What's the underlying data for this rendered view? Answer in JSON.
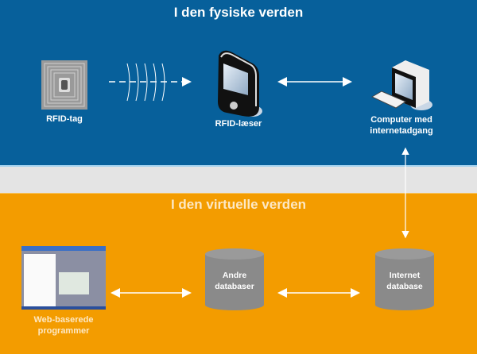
{
  "physical_world": {
    "title": "I den fysiske verden",
    "rfid_tag": "RFID-tag",
    "rfid_reader": "RFID-læser",
    "computer_line1": "Computer med",
    "computer_line2": "internetadgang"
  },
  "virtual_world": {
    "title": "I den virtuelle verden",
    "web_apps_line1": "Web-baserede",
    "web_apps_line2": "programmer",
    "other_db_line1": "Andre",
    "other_db_line2": "databaser",
    "internet_db_line1": "Internet",
    "internet_db_line2": "database"
  },
  "colors": {
    "physical_bg": "#07609b",
    "virtual_bg": "#f39c00",
    "separator": "#e4e4e4",
    "database": "#8a8a8a"
  }
}
